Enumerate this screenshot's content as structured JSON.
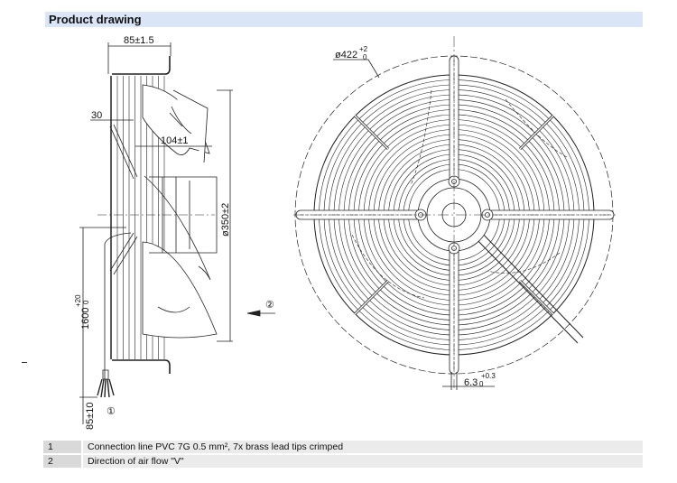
{
  "header": {
    "title": "Product drawing"
  },
  "drawing": {
    "side_view": {
      "dim_depth": "85±1.5",
      "dim_30": "30",
      "dim_104": "104±1",
      "dim_dia350": "ø350±2",
      "dim_cable": "1600",
      "dim_cable_tol_upper": "+20",
      "dim_cable_tol_lower": "0",
      "dim_lead": "85±10",
      "callout_1": "①",
      "callout_2": "②"
    },
    "front_view": {
      "dim_dia422": "ø422",
      "dim_dia422_tol_upper": "+2",
      "dim_dia422_tol_lower": "0",
      "dim_slot": "6.3",
      "dim_slot_tol_upper": "+0.3",
      "dim_slot_tol_lower": "0"
    }
  },
  "notes": [
    {
      "number": "1",
      "text": "Connection line PVC 7G 0.5 mm², 7x brass lead tips crimped"
    },
    {
      "number": "2",
      "text": "Direction of air flow \"V\""
    }
  ]
}
